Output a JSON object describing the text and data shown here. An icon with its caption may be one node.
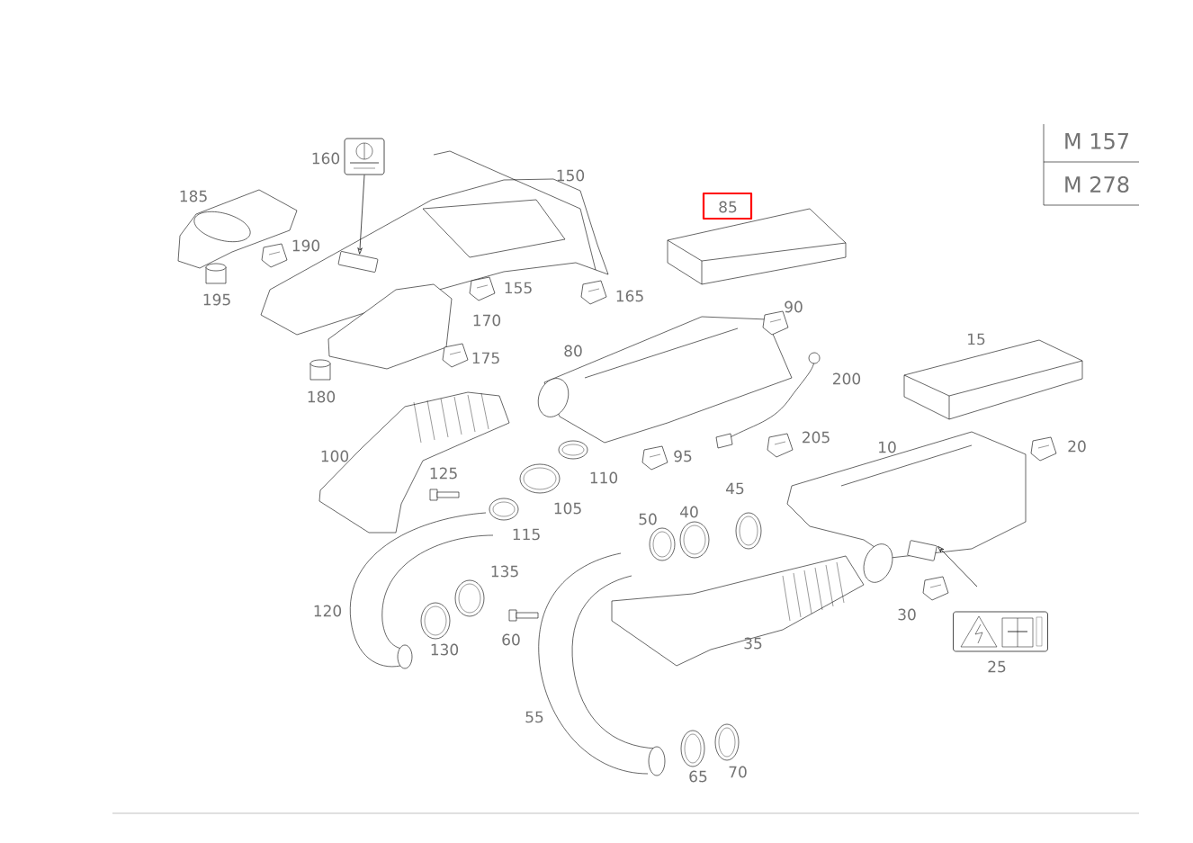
{
  "diagram": {
    "nodes": [
      {
        "text": [],
        "shape": "picture",
        "beside": [
          "160"
        ]
      },
      {
        "text": [],
        "shape": "box"
      },
      {
        "text": [],
        "shape": "box"
      },
      {
        "text": [],
        "shape": "picture",
        "beside": [
          "25"
        ]
      }
    ],
    "edges": [
      {
        "from": 0,
        "to": 1,
        "arrow": "to"
      },
      {
        "from": null,
        "to": 2,
        "arrow": "to"
      }
    ],
    "labels": [
      "M 157",
      "150",
      "M 278",
      "185",
      "85",
      "190",
      "155",
      "165",
      "195",
      "90",
      "170",
      "15",
      "80",
      "175",
      "200",
      "180",
      "205",
      "20",
      "10",
      "100",
      "95",
      "125",
      "110",
      "45",
      "105",
      "40",
      "50",
      "115",
      "135",
      "120",
      "30",
      "60",
      "35",
      "130",
      "55",
      "70",
      "65"
    ]
  }
}
